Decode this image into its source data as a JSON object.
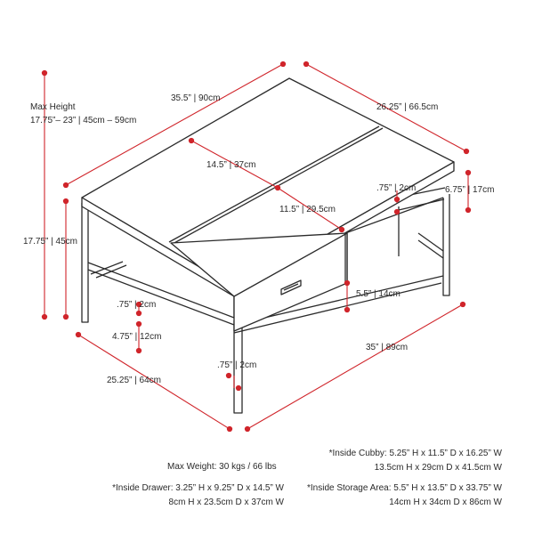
{
  "colors": {
    "dimension_line": "#d0252b",
    "outline": "#2b2b2b",
    "top_fill": "#ffffff"
  },
  "max_height": {
    "label": "Max Height",
    "value": "17.75”– 23” | 45cm – 59cm"
  },
  "dimensions": {
    "top_length": "35.5” | 90cm",
    "top_depth": "26.25” | 66.5cm",
    "lid_width": "14.5” | 37cm",
    "lid_depth": "11.5” | 29.5cm",
    "shelf_thickness": ".75” | 2cm",
    "cubby_height": "6.75” | 17cm",
    "overall_height": "17.75” | 45cm",
    "storage_clearance": "5.5” | 14cm",
    "leg_thickness": ".75” | 2cm",
    "shelf_height": "4.75” | 12cm",
    "base_leg": ".75” | 2cm",
    "base_depth": "25.25” | 64cm",
    "base_length": "35” | 89cm"
  },
  "specs": {
    "cubby_line1": "*Inside Cubby: 5.25” H x 11.5” D x 16.25” W",
    "cubby_line2": "13.5cm H x 29cm D x 41.5cm W",
    "max_weight": "Max Weight: 30 kgs / 66 lbs",
    "drawer_line1": "*Inside Drawer: 3.25” H x 9.25” D x 14.5” W",
    "drawer_line2": "8cm H x 23.5cm D x 37cm W",
    "storage_line1": "*Inside Storage Area: 5.5” H x 13.5” D x 33.75” W",
    "storage_line2": "14cm H x 34cm D x 86cm W"
  }
}
